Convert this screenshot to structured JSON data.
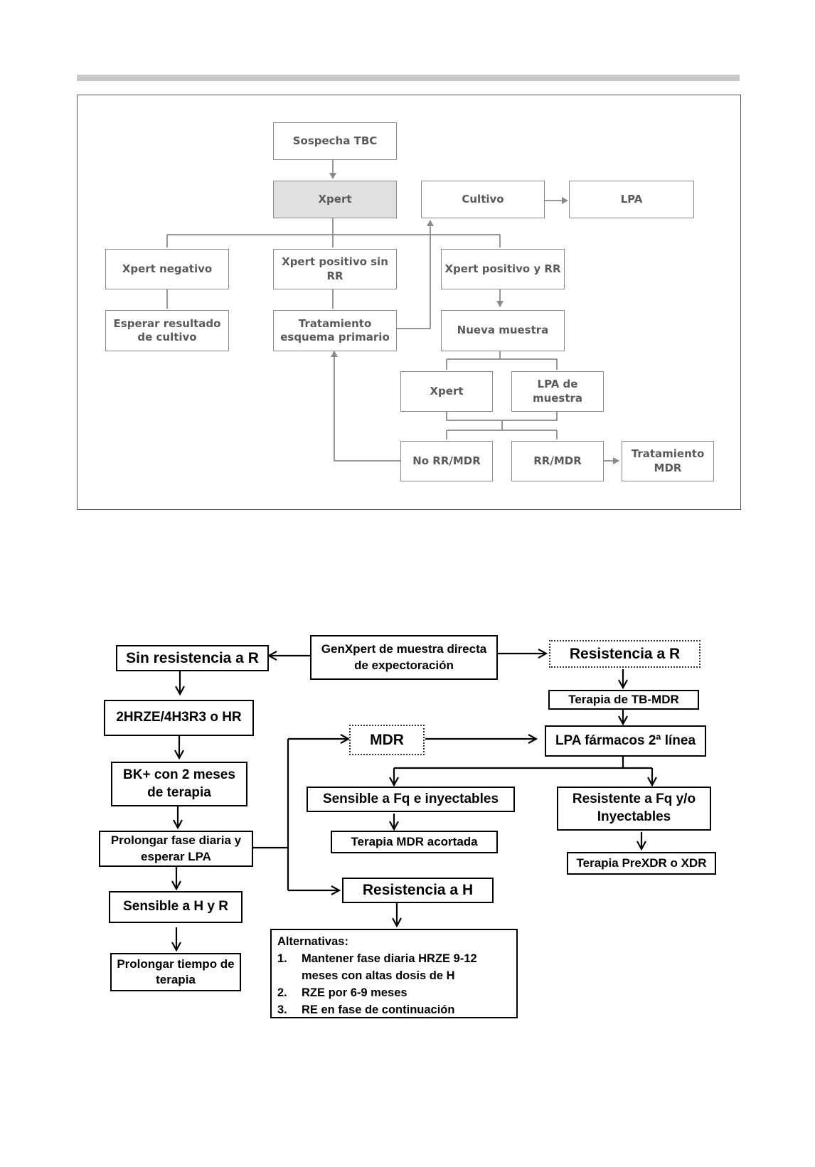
{
  "diagram1": {
    "sospecha": "Sospecha TBC",
    "xpert": "Xpert",
    "cultivo": "Cultivo",
    "lpa": "LPA",
    "xpert_negativo": "Xpert negativo",
    "xpert_pos_sin_rr": "Xpert positivo sin RR",
    "xpert_pos_rr": "Xpert positivo y RR",
    "esperar_cultivo": "Esperar resultado de cultivo",
    "tratamiento_primario": "Tratamiento esquema primario",
    "nueva_muestra": "Nueva muestra",
    "xpert2": "Xpert",
    "lpa_muestra": "LPA de muestra",
    "no_rr_mdr": "No RR/MDR",
    "rr_mdr": "RR/MDR",
    "tratamiento_mdr": "Tratamiento MDR"
  },
  "diagram2": {
    "genxpert": "GenXpert de muestra directa de expectoración",
    "sin_resistencia_r": "Sin resistencia a R",
    "resistencia_r": "Resistencia a R",
    "esquema": "2HRZE/4H3R3 o HR",
    "terapia_tbmdr": "Terapia de TB-MDR",
    "mdr": "MDR",
    "lpa_farmacos": "LPA fármacos 2ª línea",
    "bk_positivo": "BK+ con 2 meses de terapia",
    "sensible_fq": "Sensible a Fq e inyectables",
    "resistente_fq": "Resistente a Fq y/o Inyectables",
    "terapia_mdr_acortada": "Terapia MDR acortada",
    "prolongar_fase": "Prolongar fase diaria y esperar LPA",
    "terapia_prexdr": "Terapia PreXDR o XDR",
    "resistencia_h": "Resistencia a H",
    "sensible_hr": "Sensible a H y R",
    "prolongar_tiempo": "Prolongar tiempo de terapia",
    "alternativas": {
      "title": "Alternativas:",
      "items": [
        {
          "num": "1.",
          "text": "Mantener fase diaria HRZE 9-12 meses con altas dosis de H"
        },
        {
          "num": "2.",
          "text": "RZE por 6-9 meses"
        },
        {
          "num": "3.",
          "text": "RE en fase de continuación"
        }
      ]
    }
  }
}
